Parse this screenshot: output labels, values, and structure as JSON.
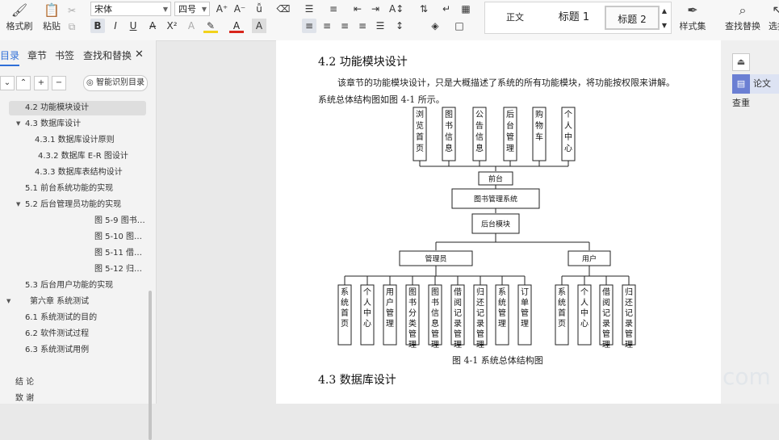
{
  "toolbar": {
    "format_painter": "格式刷",
    "paste": "粘贴",
    "font_name": "宋体",
    "font_size": "四号",
    "style_normal": "正文",
    "style_heading1": "标题 1",
    "style_heading2": "标题 2",
    "style_set": "样式集",
    "find_replace": "查找替换",
    "select": "选择"
  },
  "sidebar": {
    "tabs": [
      "目录",
      "章节",
      "书签",
      "查找和替换"
    ],
    "smart_toc": "智能识别目录",
    "toc": [
      {
        "label": "4.2 功能模块设计"
      },
      {
        "label": "4.3  数据库设计"
      },
      {
        "label": "4.3.1 数据库设计原则"
      },
      {
        "label": "4.3.2 数据库 E-R 图设计"
      },
      {
        "label": "4.3.3 数据库表结构设计"
      },
      {
        "label": "5.1 前台系统功能的实现"
      },
      {
        "label": "5.2  后台管理员功能的实现"
      },
      {
        "label": "图 5-9 图书…"
      },
      {
        "label": "图 5-10 图…"
      },
      {
        "label": "图 5-11 借…"
      },
      {
        "label": "图 5-12 归…"
      },
      {
        "label": "5.3 后台用户功能的实现"
      },
      {
        "label": "第六章  系统测试"
      },
      {
        "label": "6.1 系统测试的目的"
      },
      {
        "label": "6.2 软件测试过程"
      },
      {
        "label": "6.3 系统测试用例"
      },
      {
        "label": "结    论"
      },
      {
        "label": "致    谢"
      }
    ]
  },
  "document": {
    "heading_42": "4.2 功能模块设计",
    "para_line1": "该章节的功能模块设计，只是大概描述了系统的所有功能模块，将功能按权限来讲解。",
    "para_line2": "系统总体结构图如图 4-1 所示。",
    "caption": "图 4-1  系统总体结构图",
    "heading_43": "4.3  数据库设计",
    "diagram": {
      "front_modules": [
        "浏览首页",
        "图书信息",
        "公告信息",
        "后台管理",
        "购物车",
        "个人中心"
      ],
      "front": "前台",
      "root": "图书管理系统",
      "back": "后台模块",
      "admin": "管理员",
      "user": "用户",
      "admin_modules": [
        "系统首页",
        "个人中心",
        "用户管理",
        "图书分类管理",
        "图书信息管理",
        "借阅记录管理",
        "归还记录管理",
        "系统管理",
        "订单管理"
      ],
      "user_modules": [
        "系统首页",
        "个人中心",
        "借阅记录管理",
        "归还记录管理"
      ]
    }
  },
  "right_panel": {
    "paper_check": "论文查重"
  }
}
